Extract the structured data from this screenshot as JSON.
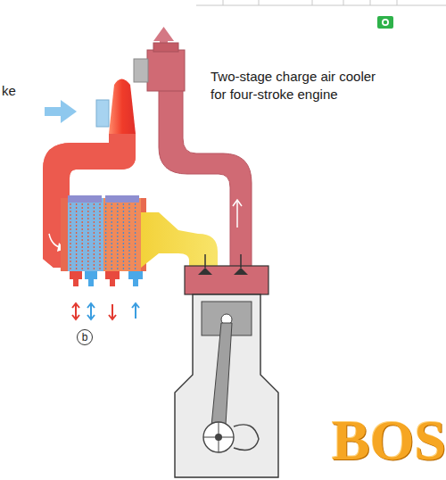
{
  "diagram": {
    "title": "Two-stage charge air cooler for four-stroke engine",
    "nodes": [
      {
        "text": [
          "b"
        ]
      }
    ],
    "labels": [
      "ke",
      "BOS"
    ]
  }
}
